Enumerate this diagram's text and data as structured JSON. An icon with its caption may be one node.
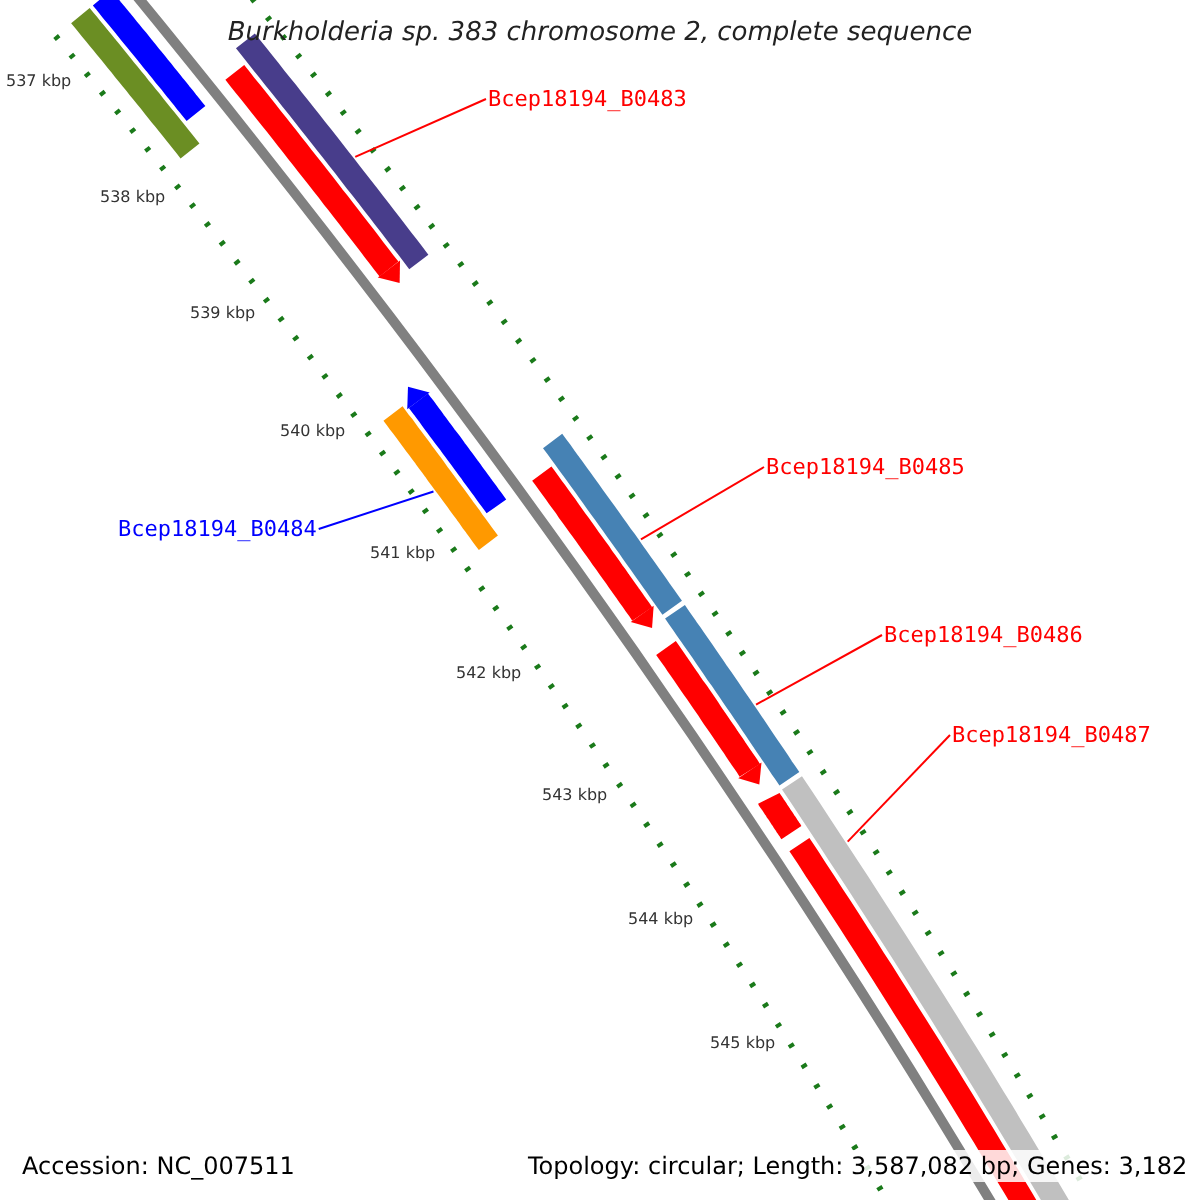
{
  "diagram": {
    "title": "Burkholderia sp. 383 chromosome 2, complete sequence",
    "nodes": [
      {
        "text": [
          "Bcep18194_B0483"
        ]
      },
      {
        "text": [
          "Bcep18194_B0484"
        ]
      },
      {
        "text": [
          "Bcep18194_B0485"
        ]
      },
      {
        "text": [
          "Bcep18194_B0486"
        ]
      },
      {
        "text": [
          "Bcep18194_B0487"
        ]
      },
      {
        "text": [],
        "shape": "bar"
      },
      {
        "text": [],
        "shape": "bar"
      },
      {
        "text": [],
        "shape": "bar"
      },
      {
        "text": [],
        "shape": "bar"
      },
      {
        "text": [],
        "shape": "bar"
      }
    ],
    "edges": [
      {
        "from": 0,
        "to": 5,
        "arrow": "none",
        "color": "#ff0000"
      },
      {
        "from": 1,
        "to": 6,
        "arrow": "none",
        "color": "#0000ff"
      },
      {
        "from": 2,
        "to": 7,
        "arrow": "none",
        "color": "#ff0000"
      },
      {
        "from": 3,
        "to": 8,
        "arrow": "none",
        "color": "#ff0000"
      },
      {
        "from": 4,
        "to": 9,
        "arrow": "none",
        "color": "#ff0000"
      }
    ],
    "labels": [
      "537 kbp",
      "538 kbp",
      "539 kbp",
      "540 kbp",
      "541 kbp",
      "542 kbp",
      "543 kbp",
      "544 kbp",
      "545 kbp",
      "Accession: NC_007511",
      "Topology: circular; Length: 3,587,082 bp; Genes: 3,182"
    ]
  }
}
